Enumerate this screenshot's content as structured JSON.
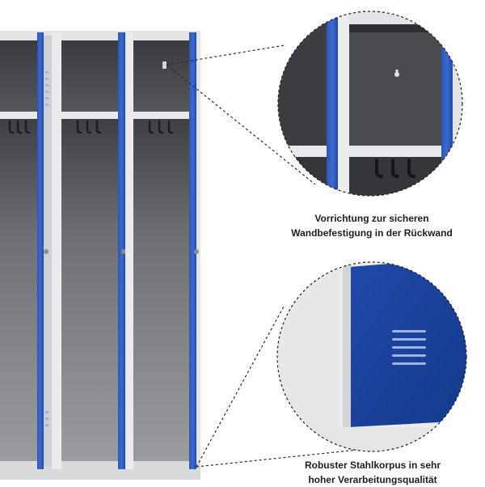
{
  "captions": {
    "wall_mount": {
      "line1": "Vorrichtung zur sicheren",
      "line2": "Wandbefestigung in der Rückwand"
    },
    "steel_body": {
      "line1": "Robuster Stahlkorpus in sehr",
      "line2": "hoher Verarbeitungsqualität"
    }
  },
  "colors": {
    "background": "#ffffff",
    "body_grey": "#e3e4e6",
    "interior_dark": "#4a4b50",
    "door_blue": "#2f5fc4",
    "door_blue_dark": "#1d3f9a",
    "caption_text": "#1d1d1d"
  },
  "icons": {
    "hooks": "coat-hook-icon",
    "vents": "ventilation-slots-icon"
  }
}
